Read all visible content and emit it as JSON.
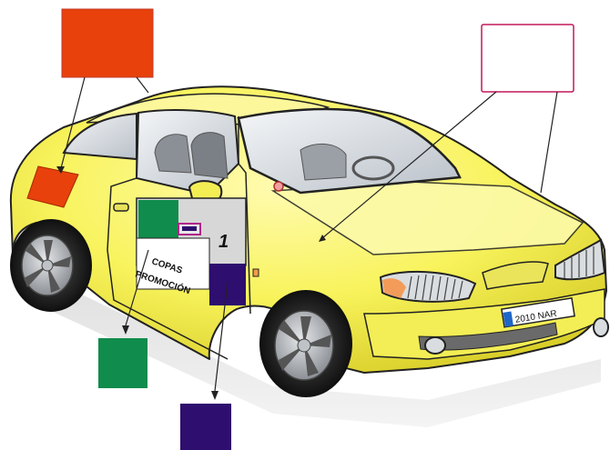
{
  "colors": {
    "orange": "#e8410c",
    "green": "#108c4c",
    "purple": "#2e0e6e",
    "empty_box_border": "#c2185b",
    "car_body": "#f6f15a",
    "car_body_light": "#fbf89a",
    "outline": "#222222"
  },
  "door_panel": {
    "number": "1",
    "promo_line1": "COPAS",
    "promo_line2": "PROMOCIÓN"
  },
  "license_plate": {
    "text": "2010 NAR"
  }
}
